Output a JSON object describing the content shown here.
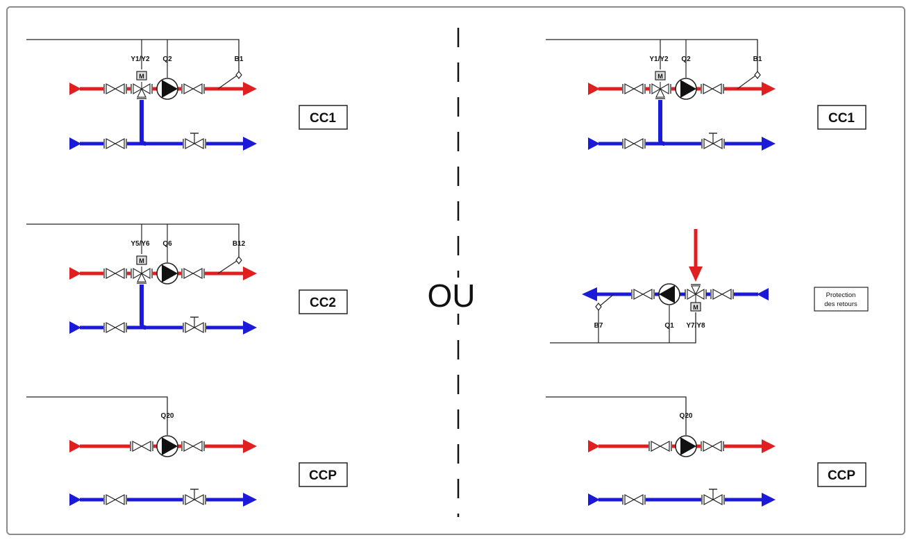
{
  "separator_text": "OU",
  "colors": {
    "supply": "#e02020",
    "return": "#1a1ad8",
    "line": "#222222",
    "frame": "#8a8a8a"
  },
  "left": {
    "cc1": {
      "label": "CC1",
      "valve_tag": "Y1/Y2",
      "pump_tag": "Q2",
      "sensor_tag": "B1",
      "actuator": "M"
    },
    "cc2": {
      "label": "CC2",
      "valve_tag": "Y5/Y6",
      "pump_tag": "Q6",
      "sensor_tag": "B12",
      "actuator": "M"
    },
    "ccp": {
      "label": "CCP",
      "pump_tag": "Q20"
    }
  },
  "right": {
    "cc1": {
      "label": "CC1",
      "valve_tag": "Y1/Y2",
      "pump_tag": "Q2",
      "sensor_tag": "B1",
      "actuator": "M"
    },
    "protection": {
      "label_line1": "Protection",
      "label_line2": "des retours",
      "sensor_tag": "B7",
      "pump_tag": "Q1",
      "valve_tag": "Y7/Y8",
      "actuator": "M"
    },
    "ccp": {
      "label": "CCP",
      "pump_tag": "Q20"
    }
  }
}
